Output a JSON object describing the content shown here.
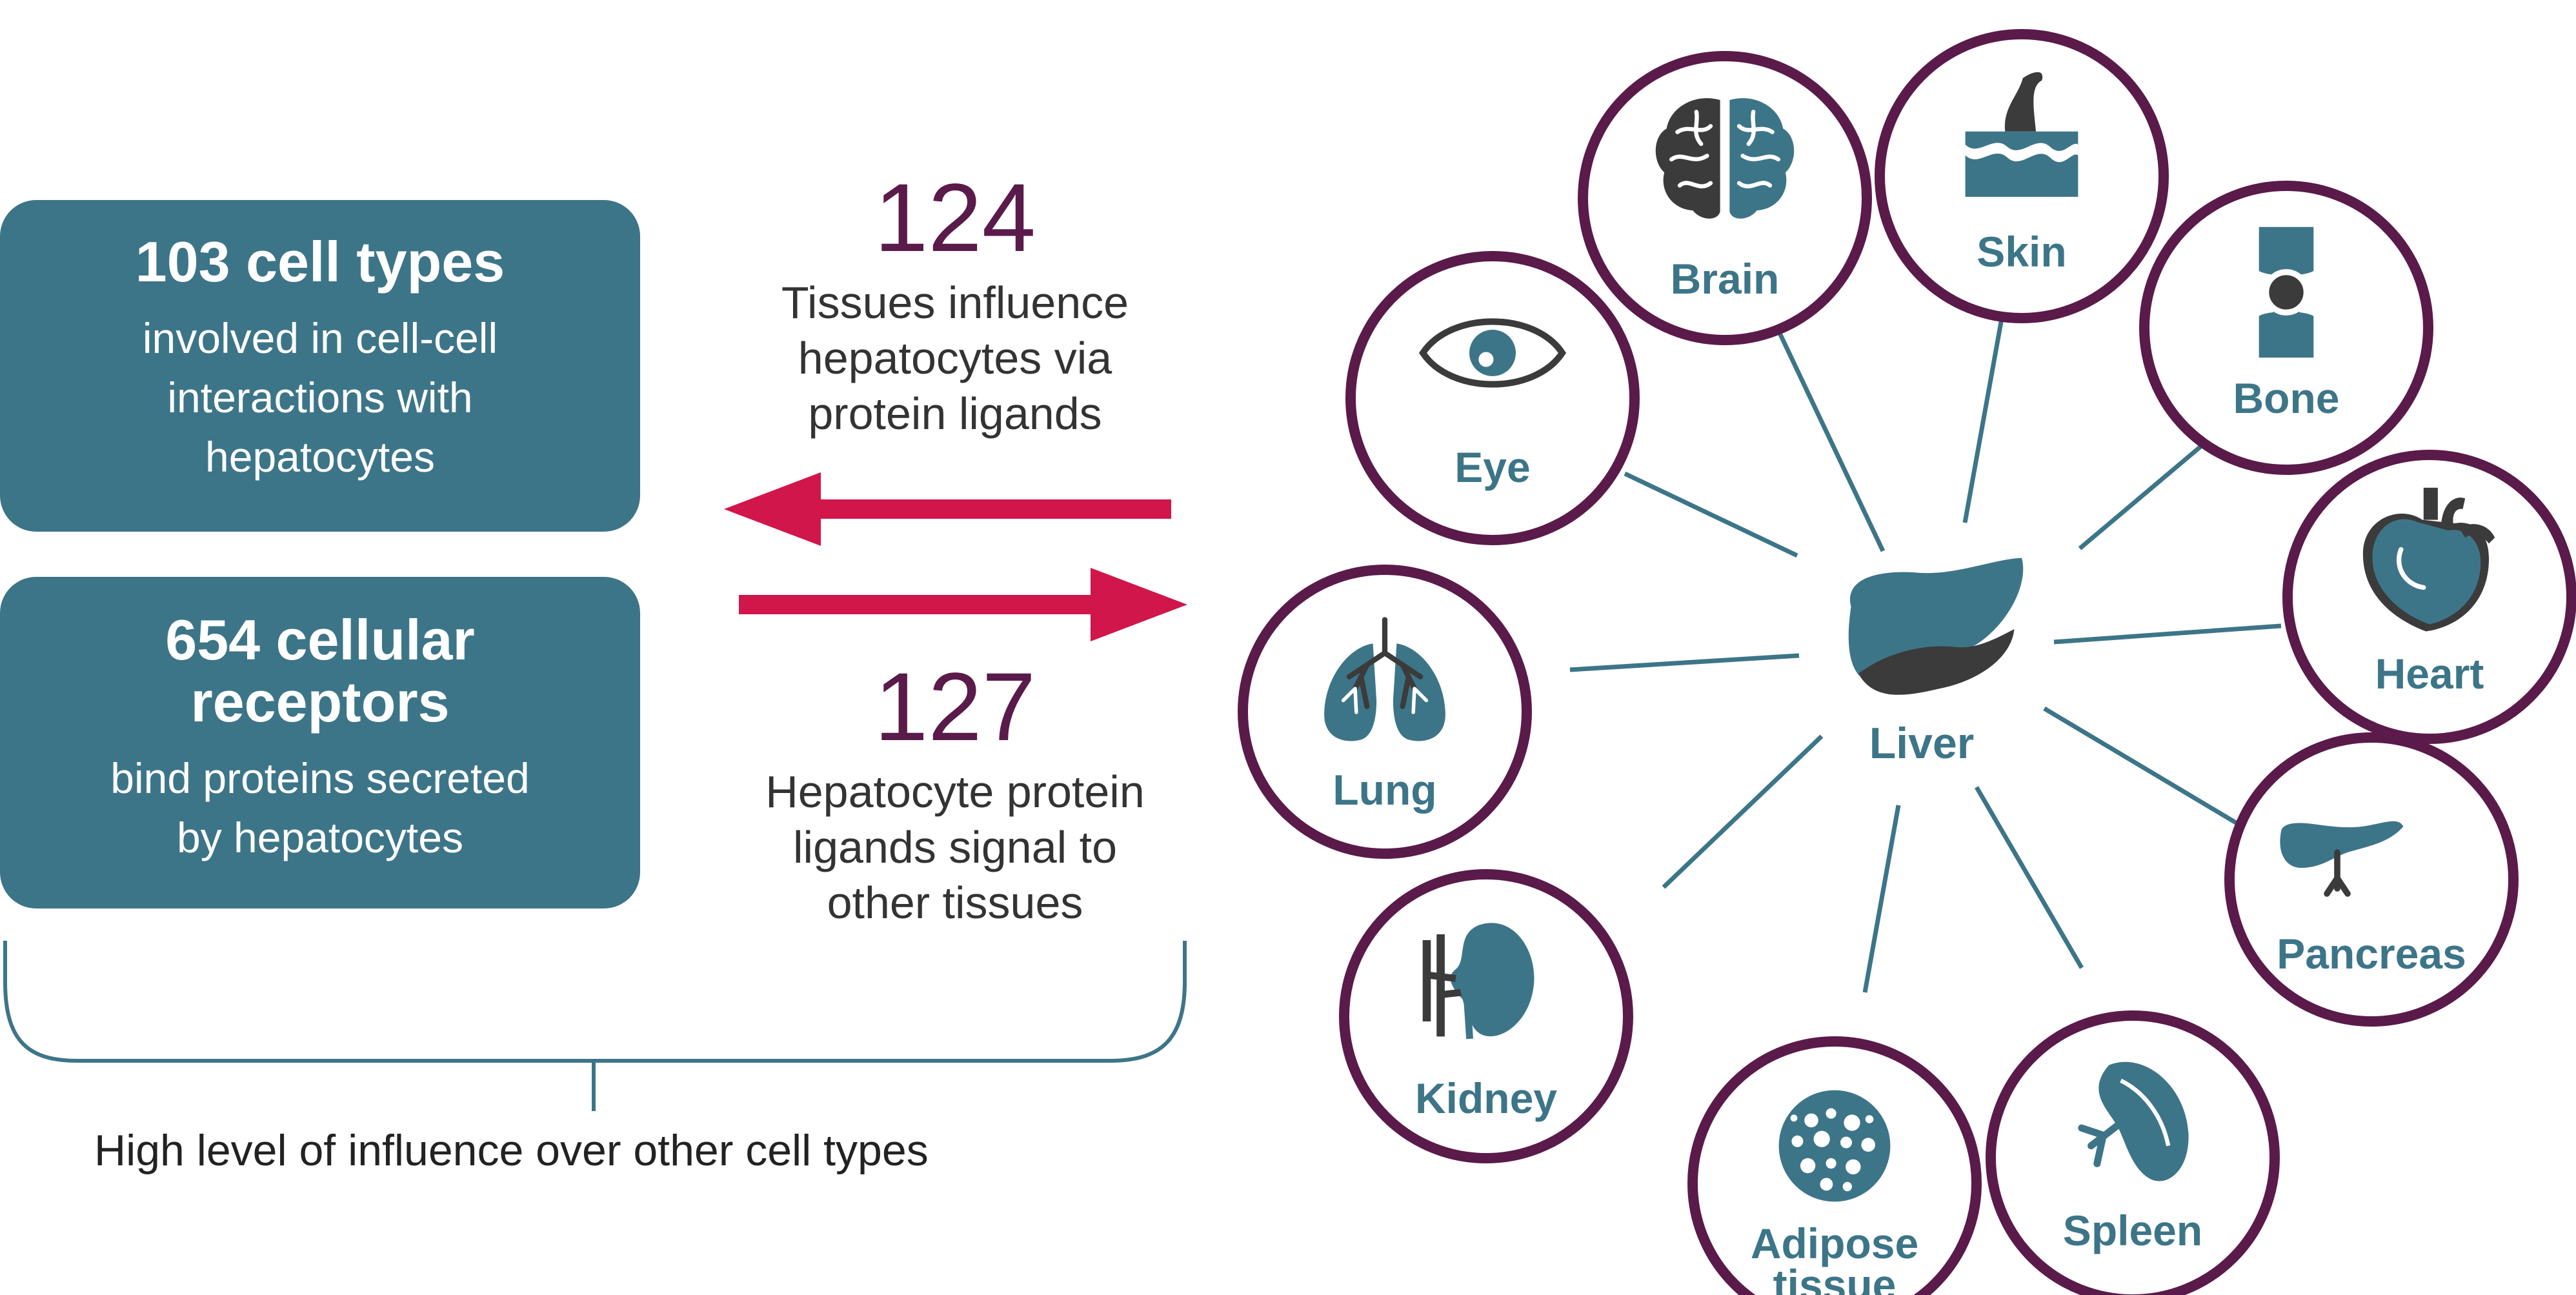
{
  "left_panel": {
    "box_a": {
      "title": "103 cell types",
      "lines": [
        "involved in cell-cell",
        "interactions with",
        "hepatocytes"
      ]
    },
    "box_b": {
      "title_lines": [
        "654 cellular",
        "receptors"
      ],
      "lines": [
        "bind proteins secreted",
        "by hepatocytes"
      ]
    },
    "bracket_caption": "High level of influence over other cell types"
  },
  "arrows": {
    "top": {
      "number": "124",
      "lines": [
        "Tissues influence",
        "hepatocytes via",
        "protein ligands"
      ]
    },
    "bottom": {
      "number": "127",
      "lines": [
        "Hepatocyte protein",
        "ligands signal to",
        "other tissues"
      ]
    }
  },
  "hub": {
    "label": "Liver"
  },
  "organs": [
    {
      "label": "Brain",
      "icon": "brain-icon"
    },
    {
      "label": "Skin",
      "icon": "skin-icon"
    },
    {
      "label": "Bone",
      "icon": "bone-icon"
    },
    {
      "label": "Heart",
      "icon": "heart-icon"
    },
    {
      "label": "Pancreas",
      "icon": "pancreas-icon"
    },
    {
      "label": "Spleen",
      "icon": "spleen-icon"
    },
    {
      "label": [
        "Adipose",
        "tissue"
      ],
      "icon": "adipose-icon"
    },
    {
      "label": "Kidney",
      "icon": "kidney-icon"
    },
    {
      "label": "Lung",
      "icon": "lung-icon"
    },
    {
      "label": "Eye",
      "icon": "eye-icon"
    }
  ],
  "colors": {
    "teal": "#3d7588",
    "purple": "#5a1a4a",
    "arrow_red": "#d0164a",
    "icon_dark": "#3b3b3b",
    "text_dark": "#222222"
  }
}
